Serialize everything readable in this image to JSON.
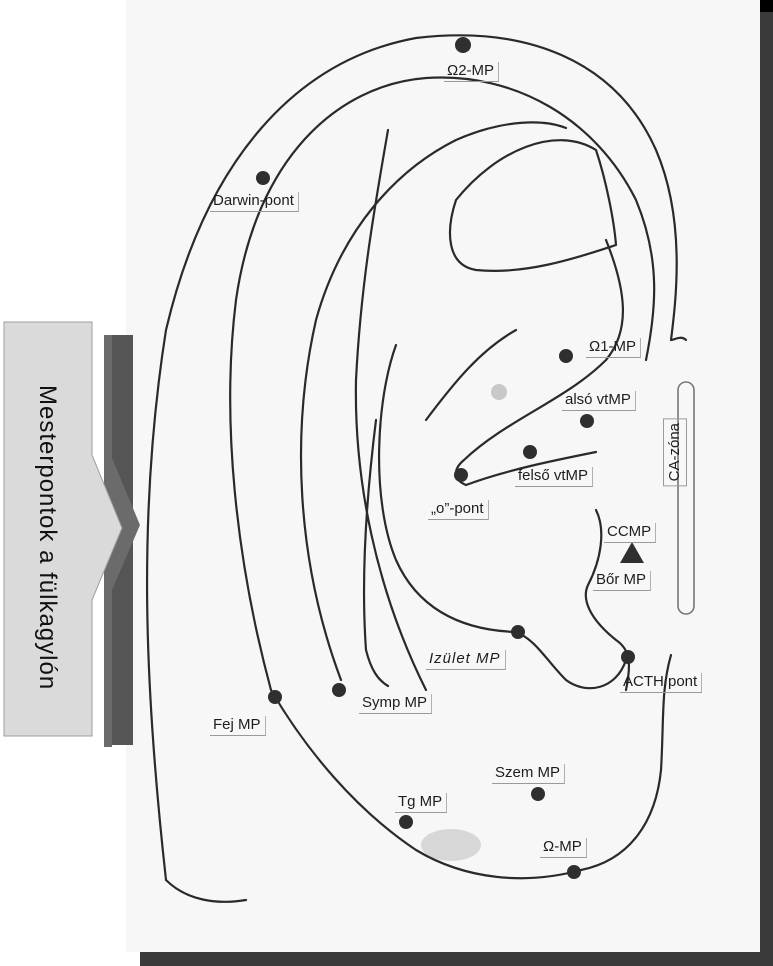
{
  "side_tab": {
    "label": "Mesterpontok a fülkagylón"
  },
  "labels": {
    "omega2": "Ω2-MP",
    "darwin": "Darwin-pont",
    "omega1": "Ω1-MP",
    "also_vt": "alsó vtMP",
    "felso_vt": "felső vtMP",
    "o_pont": "„o”-pont",
    "ca_zona": "CA-zóna",
    "ccmp": "CCMP",
    "bor": "Bőr MP",
    "izulet": "Izület MP",
    "acth": "ACTH pont",
    "symp": "Symp MP",
    "fej": "Fej MP",
    "szem": "Szem MP",
    "tg": "Tg MP",
    "omega": "Ω-MP"
  },
  "colors": {
    "line": "#2a2a2a",
    "point": "#2f2f2f",
    "paper": "#f7f7f7",
    "shadow": "#3a3a3a"
  }
}
